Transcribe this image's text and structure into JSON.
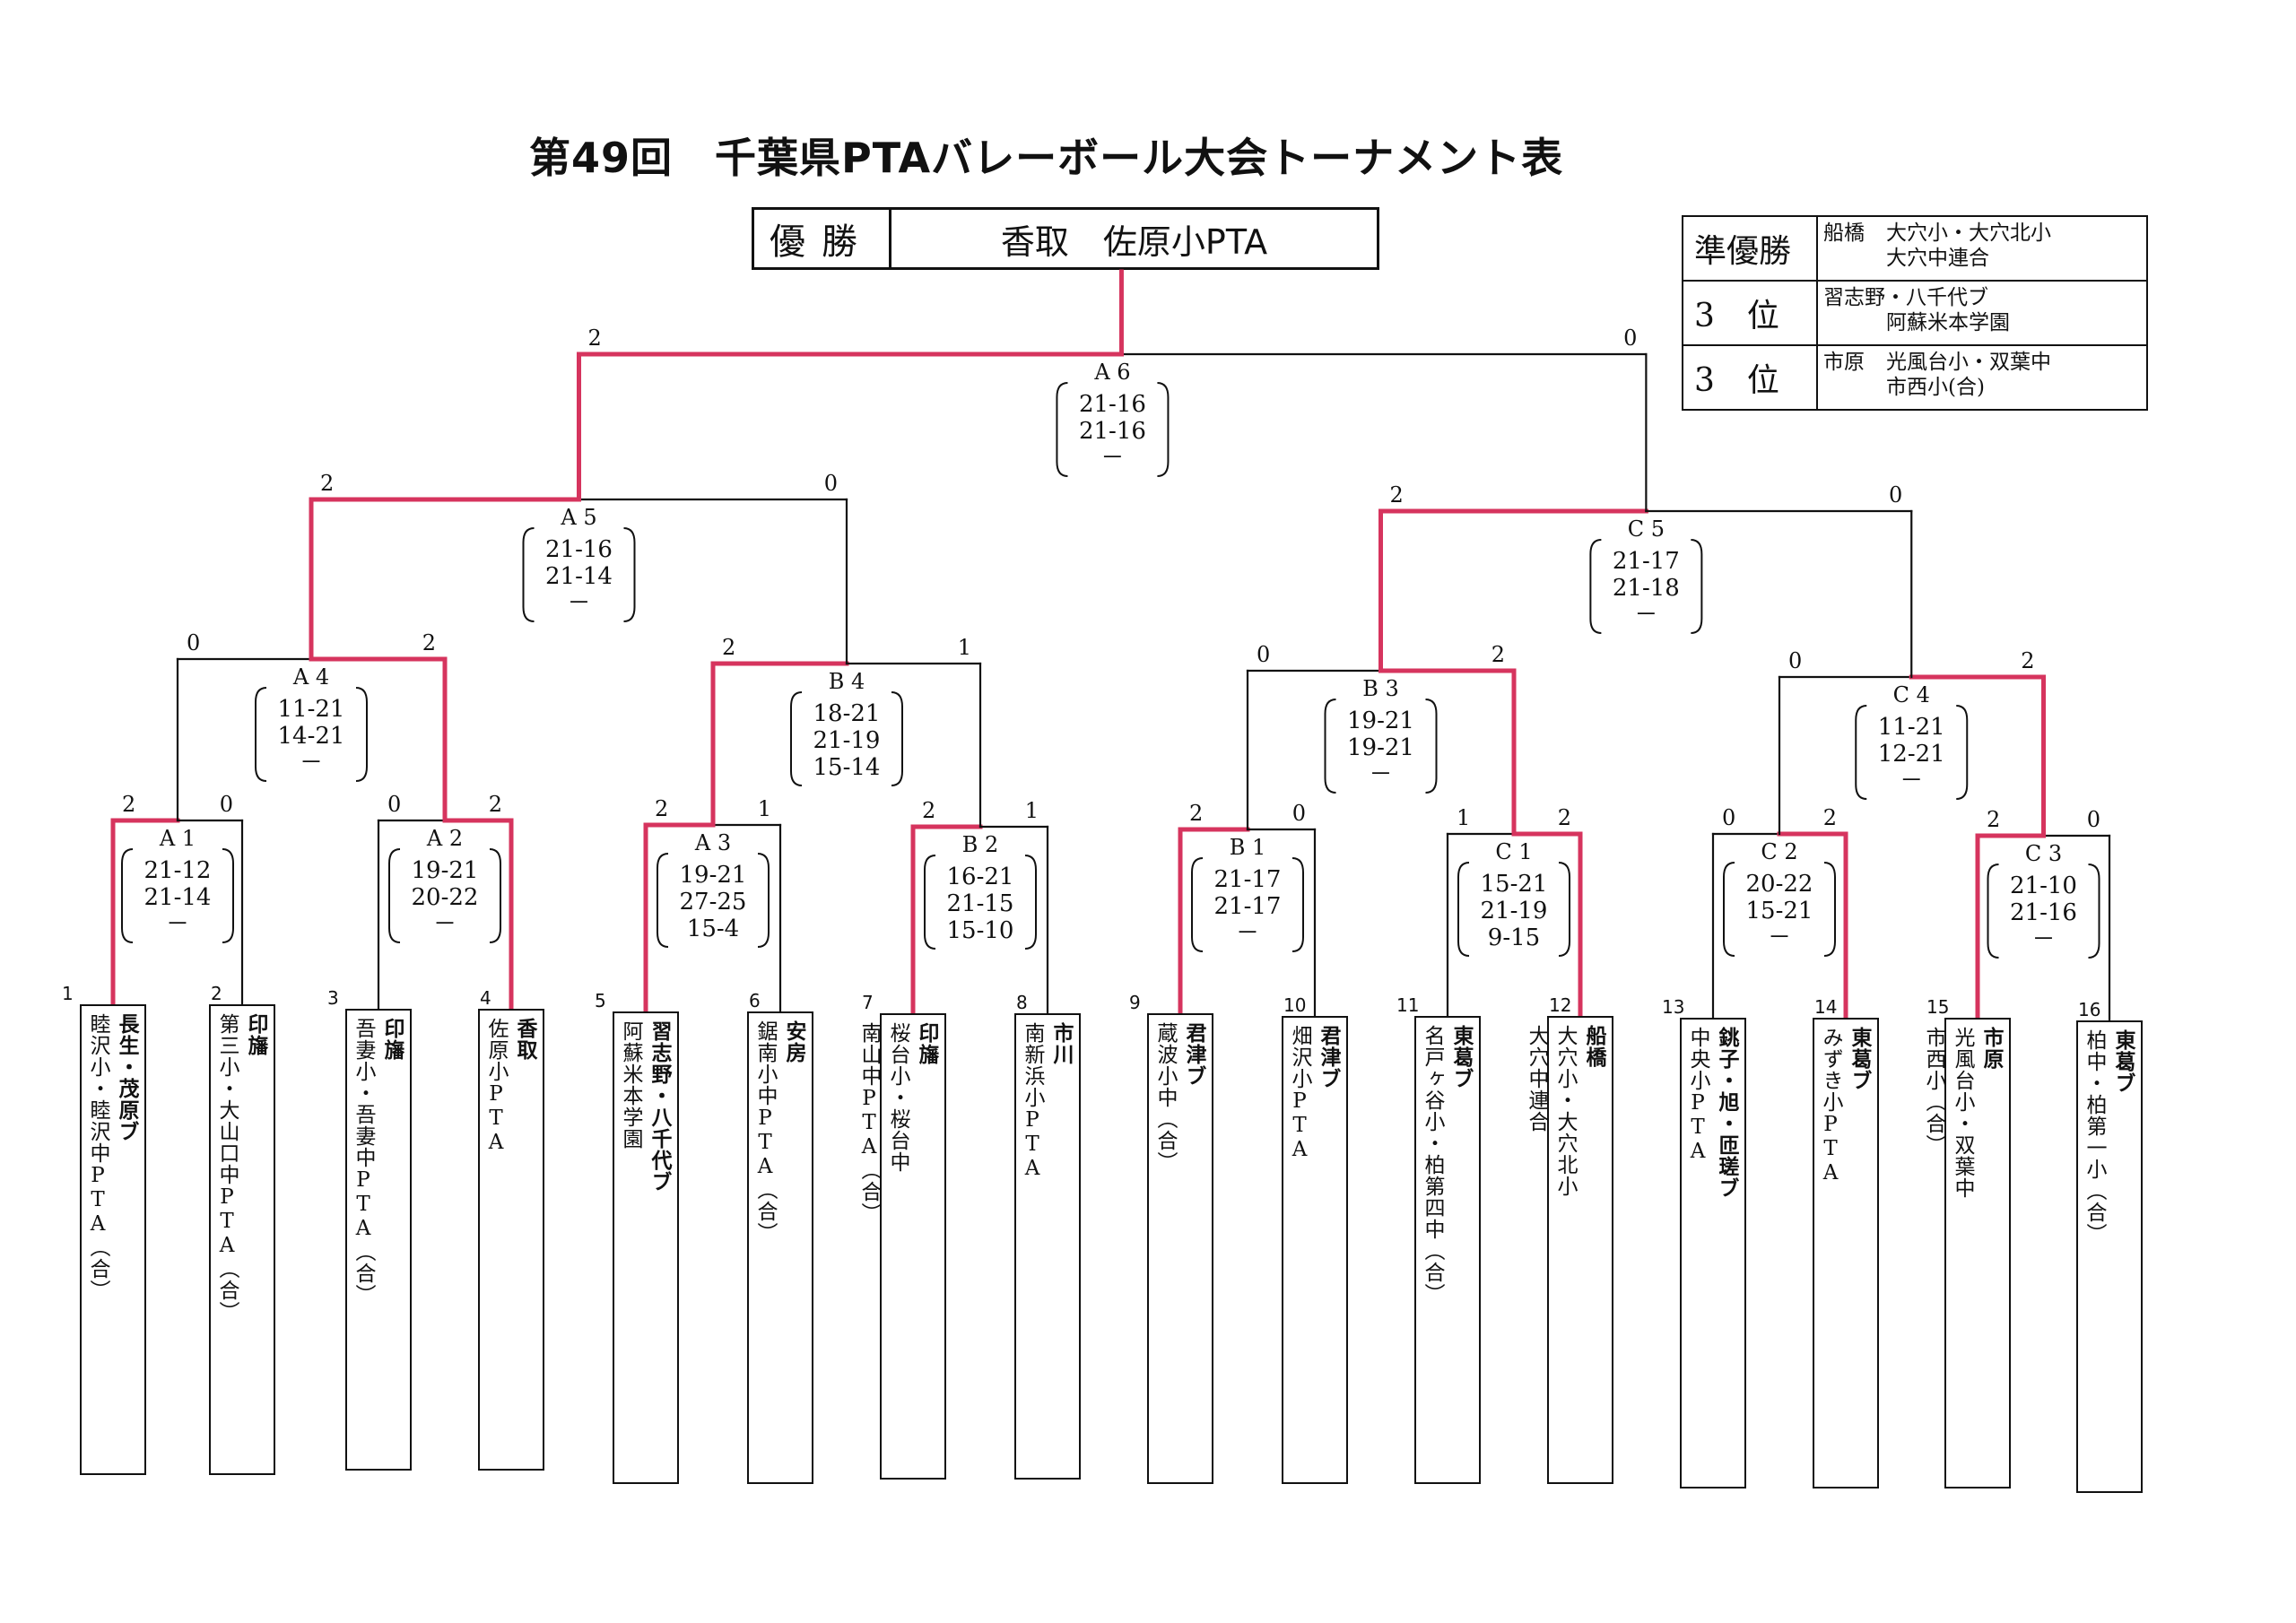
{
  "title": "第49回　千葉県PTAバレーボール大会トーナメント表",
  "champion": {
    "label": "優勝",
    "team": "香取　佐原小PTA"
  },
  "ranks": [
    {
      "rank": "準優勝",
      "pref": "船橋",
      "team1": "大穴小・大穴北小",
      "team2": "大穴中連合"
    },
    {
      "rank": "3　位",
      "pref": "習志野・八千代ブ",
      "team1": "",
      "team2": "阿蘇米本学園"
    },
    {
      "rank": "3　位",
      "pref": "市原",
      "team1": "光風台小・双葉中",
      "team2": "市西小(合)"
    }
  ],
  "colors": {
    "winner_line": "#d6345e",
    "line": "#111111"
  },
  "teams": [
    {
      "no": "1",
      "lines": [
        "長生・茂原ブ",
        "睦沢小・睦沢中PTA（合）"
      ]
    },
    {
      "no": "2",
      "lines": [
        "印旛",
        "第三小・大山口中PTA（合）"
      ]
    },
    {
      "no": "3",
      "lines": [
        "印旛",
        "吾妻小・吾妻中PTA（合）"
      ]
    },
    {
      "no": "4",
      "lines": [
        "香取",
        "佐原小PTA"
      ]
    },
    {
      "no": "5",
      "lines": [
        "習志野・八千代ブ",
        "阿蘇米本学園"
      ]
    },
    {
      "no": "6",
      "lines": [
        "安房",
        "鋸南小中PTA（合）"
      ]
    },
    {
      "no": "7",
      "lines": [
        "印旛",
        "桜台小・桜台中",
        "南山中PTA（合）"
      ]
    },
    {
      "no": "8",
      "lines": [
        "市川",
        "南新浜小PTA"
      ]
    },
    {
      "no": "9",
      "lines": [
        "君津ブ",
        "蔵波小中（合）"
      ]
    },
    {
      "no": "10",
      "lines": [
        "君津ブ",
        "畑沢小PTA"
      ]
    },
    {
      "no": "11",
      "lines": [
        "東葛ブ",
        "名戸ヶ谷小・柏第四中（合）"
      ]
    },
    {
      "no": "12",
      "lines": [
        "船橋",
        "大穴小・大穴北小",
        "大穴中連合"
      ]
    },
    {
      "no": "13",
      "lines": [
        "銚子・旭・匝瑳ブ",
        "中央小PTA"
      ]
    },
    {
      "no": "14",
      "lines": [
        "東葛ブ",
        "みずき小PTA"
      ]
    },
    {
      "no": "15",
      "lines": [
        "市原",
        "光風台小・双葉中",
        "市西小（合）"
      ]
    },
    {
      "no": "16",
      "lines": [
        "東葛ブ",
        "柏中・柏第一小（合）"
      ]
    }
  ],
  "matches": [
    {
      "id": "A 1",
      "left_score": "2",
      "right_score": "0",
      "sets": [
        "21-12",
        "21-14",
        "－"
      ]
    },
    {
      "id": "A 2",
      "left_score": "0",
      "right_score": "2",
      "sets": [
        "19-21",
        "20-22",
        "－"
      ]
    },
    {
      "id": "A 3",
      "left_score": "2",
      "right_score": "1",
      "sets": [
        "19-21",
        "27-25",
        "15-4"
      ]
    },
    {
      "id": "B 2",
      "left_score": "2",
      "right_score": "1",
      "sets": [
        "16-21",
        "21-15",
        "15-10"
      ]
    },
    {
      "id": "B 1",
      "left_score": "2",
      "right_score": "0",
      "sets": [
        "21-17",
        "21-17",
        "－"
      ]
    },
    {
      "id": "C 1",
      "left_score": "1",
      "right_score": "2",
      "sets": [
        "15-21",
        "21-19",
        "9-15"
      ]
    },
    {
      "id": "C 2",
      "left_score": "0",
      "right_score": "2",
      "sets": [
        "20-22",
        "15-21",
        "－"
      ]
    },
    {
      "id": "C 3",
      "left_score": "2",
      "right_score": "0",
      "sets": [
        "21-10",
        "21-16",
        "－"
      ]
    },
    {
      "id": "A 4",
      "left_score": "0",
      "right_score": "2",
      "sets": [
        "11-21",
        "14-21",
        "－"
      ]
    },
    {
      "id": "B 4",
      "left_score": "2",
      "right_score": "1",
      "sets": [
        "18-21",
        "21-19",
        "15-14"
      ]
    },
    {
      "id": "B 3",
      "left_score": "0",
      "right_score": "2",
      "sets": [
        "19-21",
        "19-21",
        "－"
      ]
    },
    {
      "id": "C 4",
      "left_score": "0",
      "right_score": "2",
      "sets": [
        "11-21",
        "12-21",
        "－"
      ]
    },
    {
      "id": "A 5",
      "left_score": "2",
      "right_score": "0",
      "sets": [
        "21-16",
        "21-14",
        "－"
      ]
    },
    {
      "id": "C 5",
      "left_score": "2",
      "right_score": "0",
      "sets": [
        "21-17",
        "21-18",
        "－"
      ]
    },
    {
      "id": "A 6",
      "left_score": "2",
      "right_score": "0",
      "sets": [
        "21-16",
        "21-16",
        "－"
      ]
    }
  ]
}
